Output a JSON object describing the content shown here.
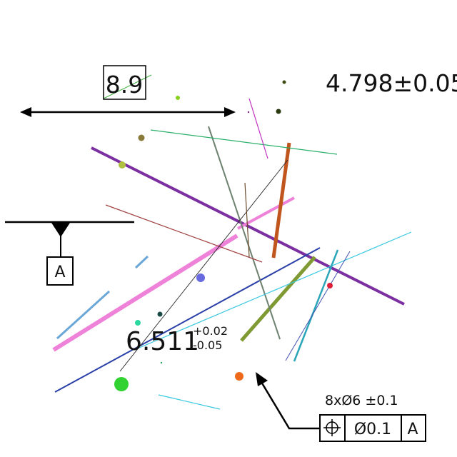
{
  "dimensions": {
    "boxed_dim": "8.9",
    "plus_minus_dim": "4.798±0.05",
    "tol_dim": {
      "nominal": "6.511",
      "upper": "+0.02",
      "lower": "-0.05"
    }
  },
  "datum": {
    "label": "A"
  },
  "hole_callout": "8xØ6 ±0.1",
  "feature_control_frame": {
    "symbol": "position-icon",
    "tolerance": "Ø0.1",
    "datum": "A"
  },
  "colors": {
    "annotation": "#000000",
    "purple_line": "#7b2fa0",
    "pink_line": "#ee82d8",
    "navy_line": "#2a3fa8",
    "orange_line": "#c0561e"
  }
}
